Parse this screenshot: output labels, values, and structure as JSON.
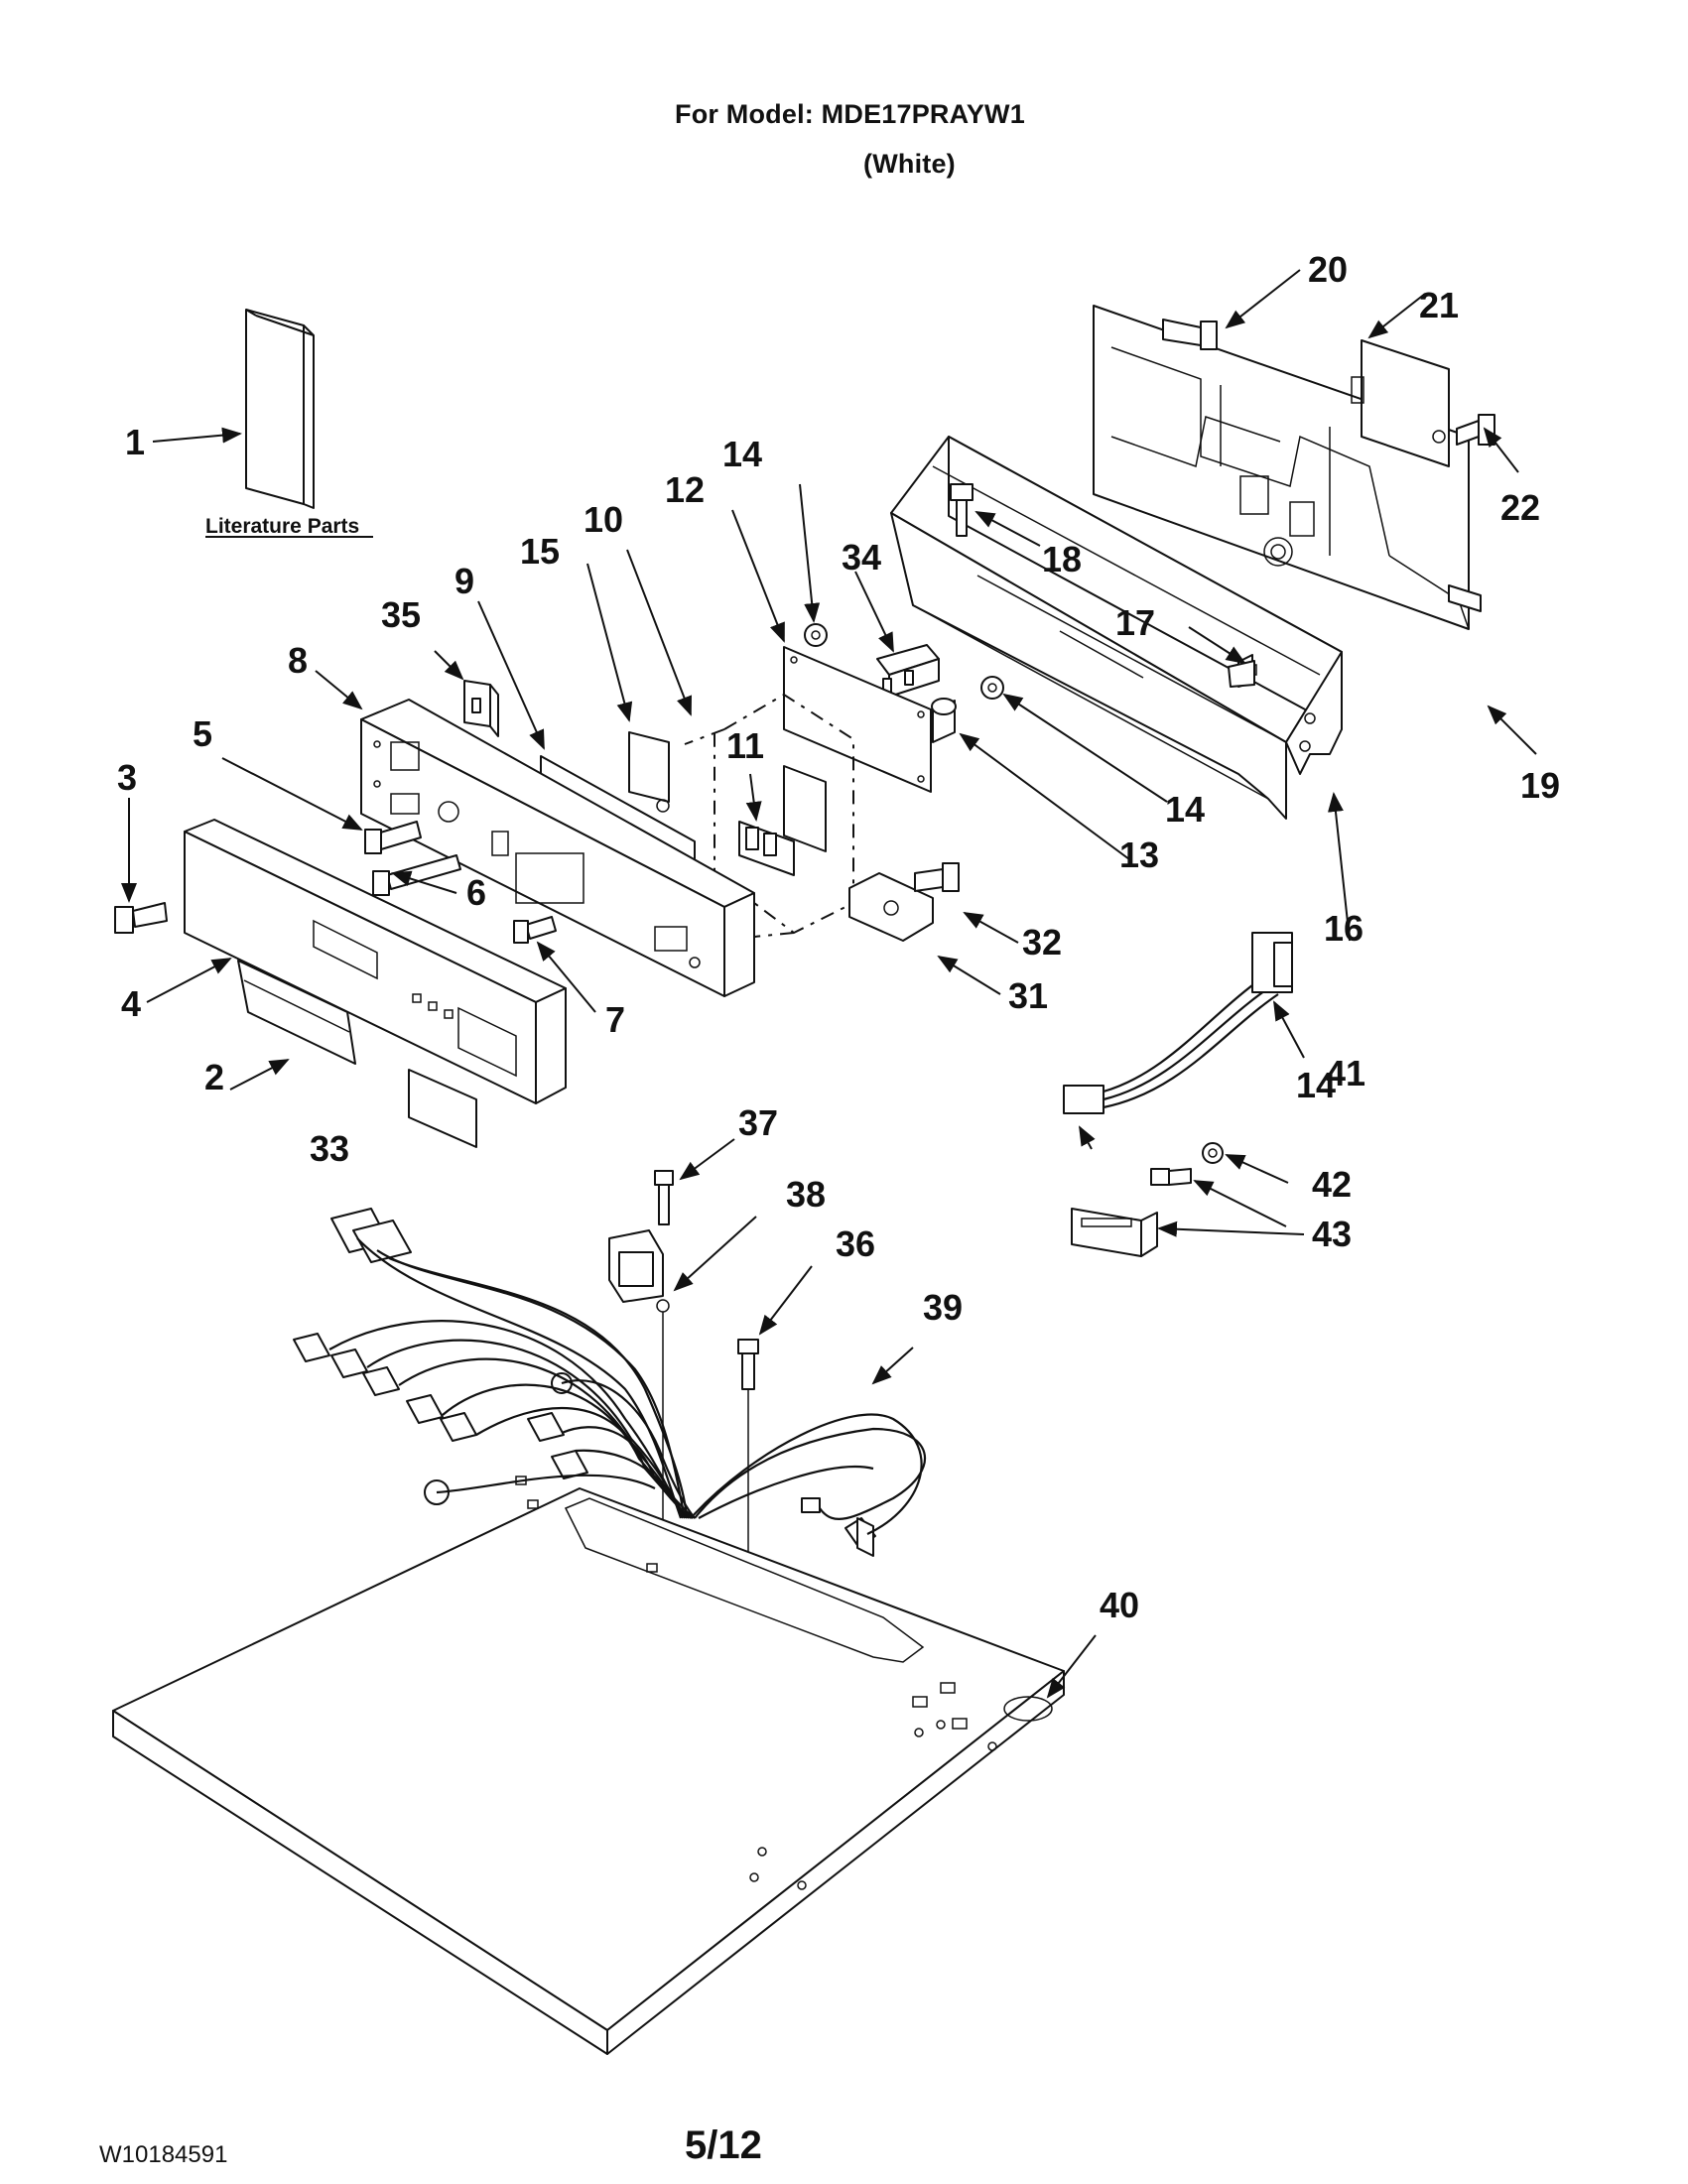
{
  "header": {
    "model_line": "For Model: MDE17PRAYW1",
    "color_line": "(White)"
  },
  "literature_label": "Literature Parts",
  "callouts": [
    "1",
    "2",
    "3",
    "4",
    "5",
    "6",
    "7",
    "8",
    "9",
    "10",
    "11",
    "12",
    "13",
    "14",
    "15",
    "16",
    "17",
    "18",
    "19",
    "20",
    "21",
    "22",
    "31",
    "32",
    "33",
    "34",
    "35",
    "36",
    "37",
    "38",
    "39",
    "40",
    "41",
    "42",
    "43"
  ],
  "footer": {
    "doc_number": "W10184591",
    "page": "5/12"
  },
  "colors": {
    "ink": "#111111",
    "paper": "#ffffff"
  }
}
